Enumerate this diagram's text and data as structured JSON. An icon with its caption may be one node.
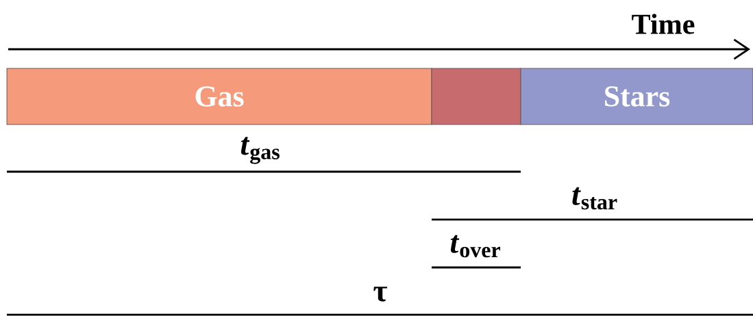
{
  "diagram": {
    "nodes": [
      {
        "text": [
          "Gas"
        ]
      },
      {
        "text": [],
        "shape": "box"
      },
      {
        "text": [
          "Stars"
        ]
      }
    ],
    "labels": [
      "Time",
      "*t*$_{gas}$",
      "*t*$_{star}$",
      "*t*$_{over}$",
      "τ"
    ]
  }
}
